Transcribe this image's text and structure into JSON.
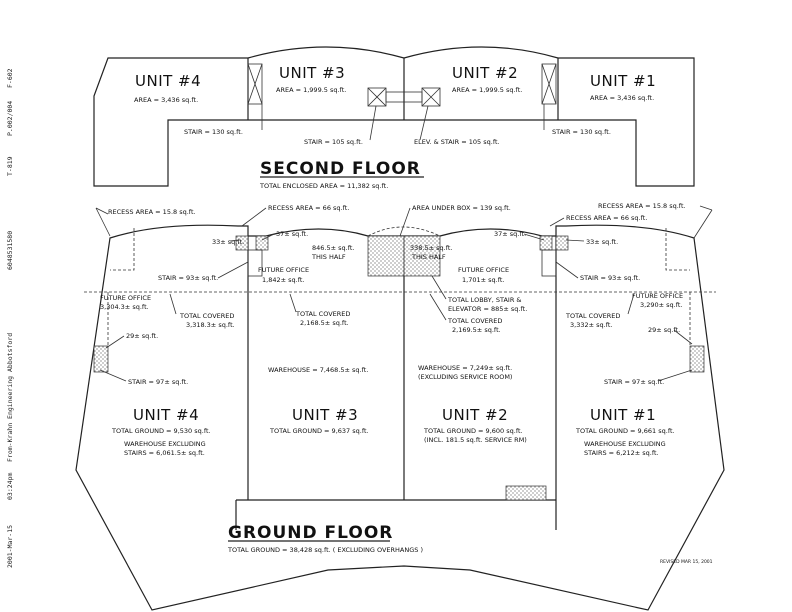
{
  "fax": {
    "left_strip": [
      "2001-Mar-15",
      "03:24pm",
      "From-Krahn Engineering Abbotsford",
      "6048531580",
      "T-819",
      "P.002/004",
      "F-602"
    ]
  },
  "second_floor": {
    "title": "SECOND FLOOR",
    "total": "TOTAL ENCLOSED AREA = 11,382 sq.ft.",
    "units": [
      {
        "name": "UNIT #4",
        "area": "AREA = 3,436 sq.ft."
      },
      {
        "name": "UNIT #3",
        "area": "AREA = 1,999.5 sq.ft."
      },
      {
        "name": "UNIT #2",
        "area": "AREA = 1,999.5 sq.ft."
      },
      {
        "name": "UNIT #1",
        "area": "AREA = 3,436 sq.ft."
      }
    ],
    "notes": {
      "stair_left": "STAIR = 130 sq.ft.",
      "stair_mid": "STAIR = 105 sq.ft.",
      "elev_stair": "ELEV. & STAIR = 105 sq.ft.",
      "stair_right": "STAIR = 130 sq.ft."
    }
  },
  "ground_floor": {
    "title": "GROUND FLOOR",
    "total": "TOTAL GROUND = 38,428 sq.ft. ( EXCLUDING OVERHANGS )",
    "revised": "REVISED MAR 15, 2001",
    "notes": {
      "recess_left": "RECESS AREA = 15.8 sq.ft.",
      "recess_mid_left": "RECESS AREA = 66 sq.ft.",
      "area_under_box": "AREA UNDER BOX = 139 sq.ft.",
      "recess_mid_right": "RECESS AREA = 66 sq.ft.",
      "recess_right": "RECESS AREA = 15.8 sq.ft.",
      "a33_left": "33± sq.ft.",
      "a37_left": "37± sq.ft.",
      "half_left_1": "846.5± sq.ft.",
      "half_left_2": "THIS HALF",
      "half_right_1": "338.5± sq.ft.",
      "half_right_2": "THIS HALF",
      "a37_right": "37± sq.ft.",
      "a33_right": "33± sq.ft.",
      "stair93_left": "STAIR = 93± sq.ft.",
      "fo_left_mid_1": "FUTURE OFFICE",
      "fo_left_mid_2": "1,842± sq.ft.",
      "fo_right_mid_1": "FUTURE OFFICE",
      "fo_right_mid_2": "1,701± sq.ft.",
      "stair93_right": "STAIR = 93± sq.ft.",
      "fo_left_1": "FUTURE OFFICE",
      "fo_left_2": "3,304.3± sq.ft.",
      "tc4_1": "TOTAL COVERED",
      "tc4_2": "3,318.3± sq.ft.",
      "tc3_1": "TOTAL COVERED",
      "tc3_2": "2,168.5± sq.ft.",
      "lobby_1": "TOTAL LOBBY, STAIR &",
      "lobby_2": "ELEVATOR = 885± sq.ft.",
      "tc2_1": "TOTAL COVERED",
      "tc2_2": "2,169.5± sq.ft.",
      "tc1_1": "TOTAL COVERED",
      "tc1_2": "3,332± sq.ft.",
      "fo_right_1": "FUTURE OFFICE",
      "fo_right_2": "3,290± sq.ft.",
      "a29_left": "29± sq.ft.",
      "a29_right": "29± sq.ft.",
      "wh3": "WAREHOUSE = 7,468.5± sq.ft.",
      "wh2_1": "WAREHOUSE = 7,249± sq.ft.",
      "wh2_2": "(EXCLUDING SERVICE ROOM)",
      "stair97_left": "STAIR = 97± sq.ft.",
      "stair97_right": "STAIR = 97± sq.ft."
    },
    "units": [
      {
        "name": "UNIT #4",
        "total": "TOTAL GROUND = 9,530 sq.ft.",
        "extra1": "WAREHOUSE EXCLUDING",
        "extra2": "STAIRS = 6,061.5± sq.ft."
      },
      {
        "name": "UNIT #3",
        "total": "TOTAL GROUND = 9,637 sq.ft.",
        "extra1": "",
        "extra2": ""
      },
      {
        "name": "UNIT #2",
        "total": "TOTAL GROUND = 9,600 sq.ft.",
        "extra1": "(INCL. 181.5 sq.ft. SERVICE RM)",
        "extra2": ""
      },
      {
        "name": "UNIT #1",
        "total": "TOTAL GROUND = 9,661 sq.ft.",
        "extra1": "WAREHOUSE EXCLUDING",
        "extra2": "STAIRS = 6,212± sq.ft."
      }
    ]
  }
}
